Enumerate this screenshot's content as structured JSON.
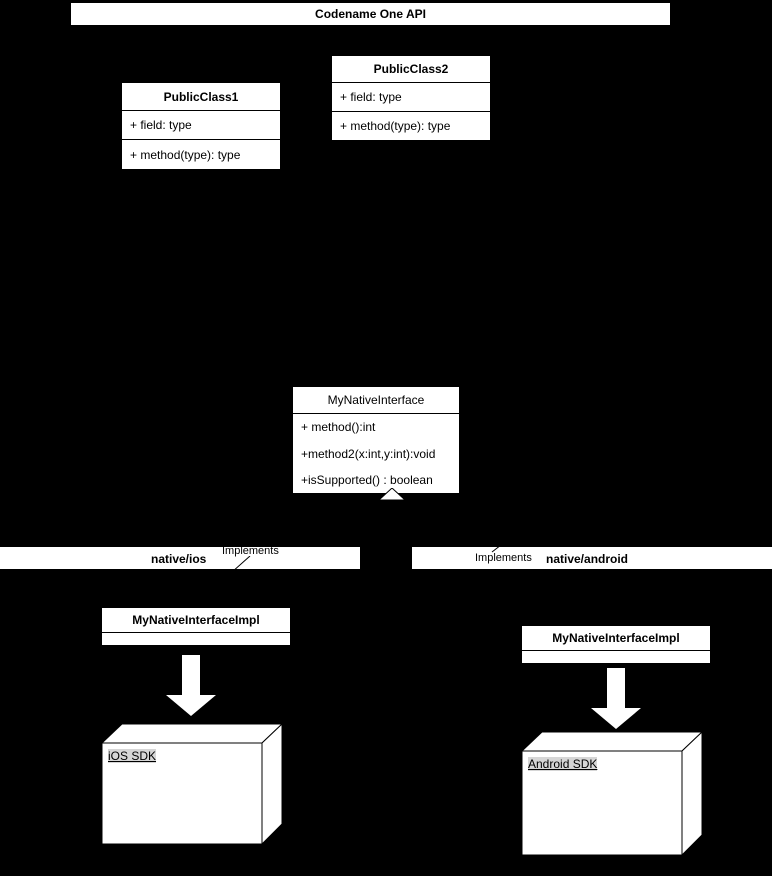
{
  "diagram": {
    "type": "uml-architecture-diagram",
    "background_color": "#000000",
    "shape_fill": "#ffffff",
    "stroke_color": "#000000",
    "node_label_highlight": "#d6d6d6"
  },
  "api_banner": {
    "title": "Codename One API"
  },
  "classes": [
    {
      "name": "PublicClass1",
      "field": "+ field: type",
      "method": "+ method(type): type"
    },
    {
      "name": "PublicClass2",
      "field": "+ field: type",
      "method": "+ method(type): type"
    }
  ],
  "interface": {
    "name": "MyNativeInterface",
    "methods": [
      "+ method():int",
      "+method2(x:int,y:int):void",
      "+isSupported() : boolean"
    ]
  },
  "platforms": [
    {
      "bar_title": "native/ios",
      "relationship_label": "Implements",
      "impl_class": "MyNativeInterfaceImpl",
      "sdk_node": "iOS SDK"
    },
    {
      "bar_title": "native/android",
      "relationship_label": "Implements",
      "impl_class": "MyNativeInterfaceImpl",
      "sdk_node": "Android SDK"
    }
  ]
}
